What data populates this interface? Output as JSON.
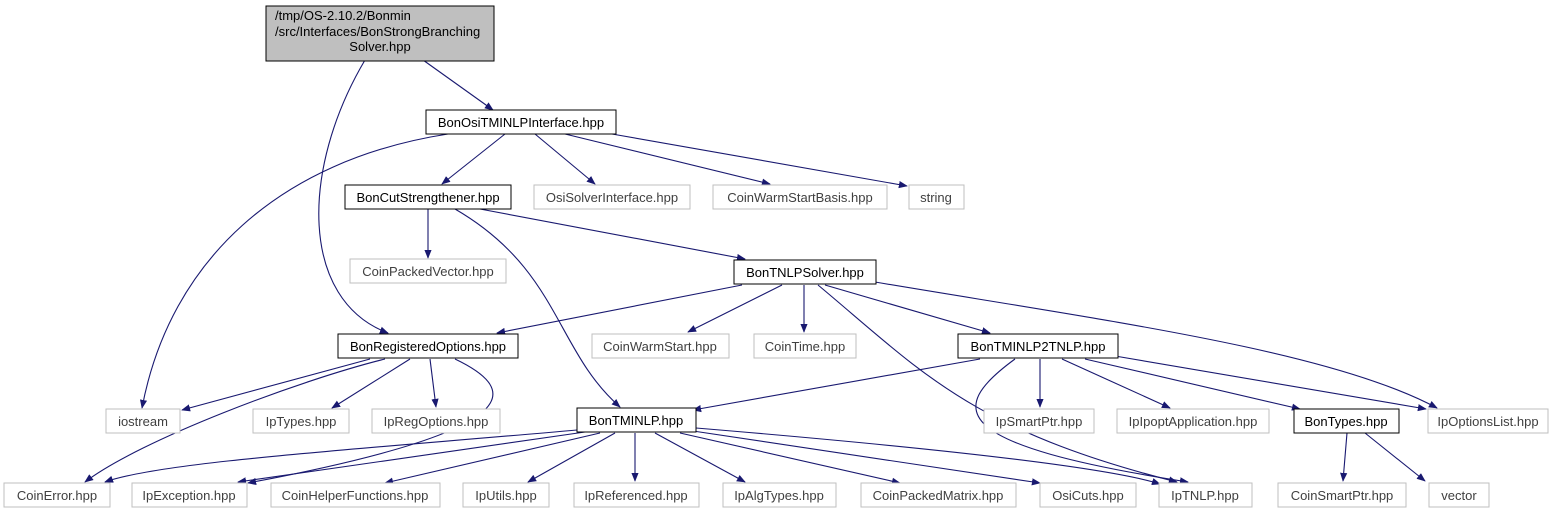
{
  "root": {
    "label_lines": [
      "/tmp/OS-2.10.2/Bonmin",
      "/src/Interfaces/BonStrongBranching",
      "Solver.hpp"
    ]
  },
  "nodes": {
    "osi_tminlp_interface": "BonOsiTMINLPInterface.hpp",
    "cut_strengthener": "BonCutStrengthener.hpp",
    "osi_solver_interface": "OsiSolverInterface.hpp",
    "coin_warm_start_basis": "CoinWarmStartBasis.hpp",
    "string": "string",
    "coin_packed_vector": "CoinPackedVector.hpp",
    "tnlp_solver": "BonTNLPSolver.hpp",
    "registered_options": "BonRegisteredOptions.hpp",
    "coin_warm_start": "CoinWarmStart.hpp",
    "coin_time": "CoinTime.hpp",
    "tminlp2tnlp": "BonTMINLP2TNLP.hpp",
    "iostream": "iostream",
    "ip_types": "IpTypes.hpp",
    "ip_reg_options": "IpRegOptions.hpp",
    "tminlp": "BonTMINLP.hpp",
    "ip_smart_ptr": "IpSmartPtr.hpp",
    "ipopt_application": "IpIpoptApplication.hpp",
    "bon_types": "BonTypes.hpp",
    "ip_options_list": "IpOptionsList.hpp",
    "coin_error": "CoinError.hpp",
    "ip_exception": "IpException.hpp",
    "coin_helper_functions": "CoinHelperFunctions.hpp",
    "ip_utils": "IpUtils.hpp",
    "ip_referenced": "IpReferenced.hpp",
    "ip_alg_types": "IpAlgTypes.hpp",
    "coin_packed_matrix": "CoinPackedMatrix.hpp",
    "osi_cuts": "OsiCuts.hpp",
    "ip_tnlp": "IpTNLP.hpp",
    "coin_smart_ptr": "CoinSmartPtr.hpp",
    "vector": "vector"
  },
  "colors": {
    "edge": "#191970",
    "root_fill": "#bfbfbf",
    "documented_border": "#000000",
    "external_border": "#bfbfbf"
  }
}
